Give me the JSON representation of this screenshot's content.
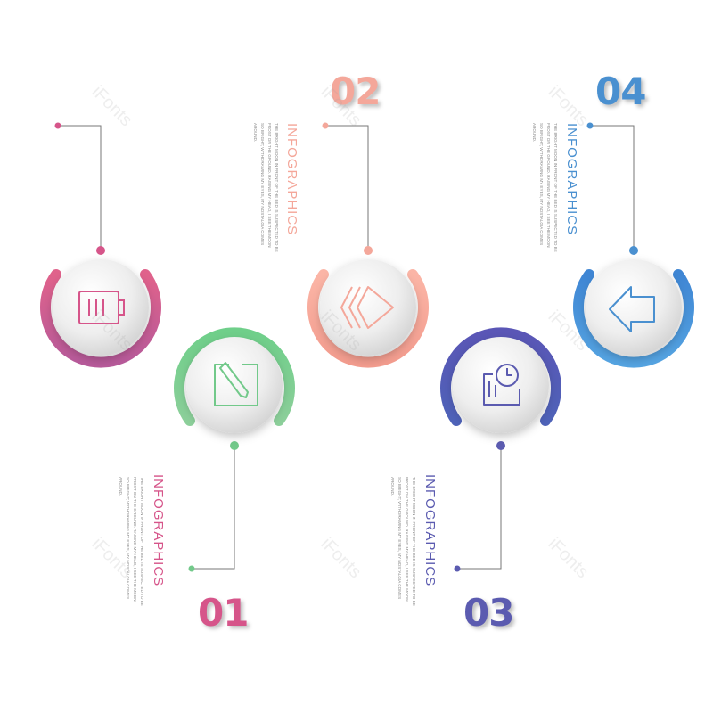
{
  "steps": [
    {
      "number": "01",
      "title": "INFOGRAPHICS",
      "color": "#d6558a",
      "icon": "battery-icon",
      "body": "THE BRIGHT MOON IN FRONT OF THE BED IS SUSPECTED TO BE FROST ON THE GROUND. RAISING MY HEAD, I SEE THE MOON SO BRIGHT; WITHDRAWING MY EYES, MY NOSTALGIA COMES AROUND."
    },
    {
      "number": "02",
      "title": "INFOGRAPHICS",
      "color": "#f4a79a",
      "icon": "layers-icon",
      "body": "THE BRIGHT MOON IN FRONT OF THE BED IS SUSPECTED TO BE FROST ON THE GROUND. RAISING MY HEAD, I SEE THE MOON SO BRIGHT; WITHDRAWING MY EYES, MY NOSTALGIA COMES AROUND."
    },
    {
      "number": "03",
      "title": "INFOGRAPHICS",
      "color": "#5b5bb0",
      "icon": "clock-document-icon",
      "body": "THE BRIGHT MOON IN FRONT OF THE BED IS SUSPECTED TO BE FROST ON THE GROUND. RAISING MY HEAD, I SEE THE MOON SO BRIGHT; WITHDRAWING MY EYES, MY NOSTALGIA COMES AROUND."
    },
    {
      "number": "04",
      "title": "INFOGRAPHICS",
      "color": "#4a90d0",
      "icon": "arrow-left-icon",
      "body": "THE BRIGHT MOON IN FRONT OF THE BED IS SUSPECTED TO BE FROST ON THE GROUND. RAISING MY HEAD, I SEE THE MOON SO BRIGHT; WITHDRAWING MY EYES, MY NOSTALGIA COMES AROUND."
    },
    {
      "number": "",
      "title": "",
      "color": "#72c98a",
      "icon": "edit-icon",
      "body": ""
    }
  ],
  "watermark": "iFonts"
}
